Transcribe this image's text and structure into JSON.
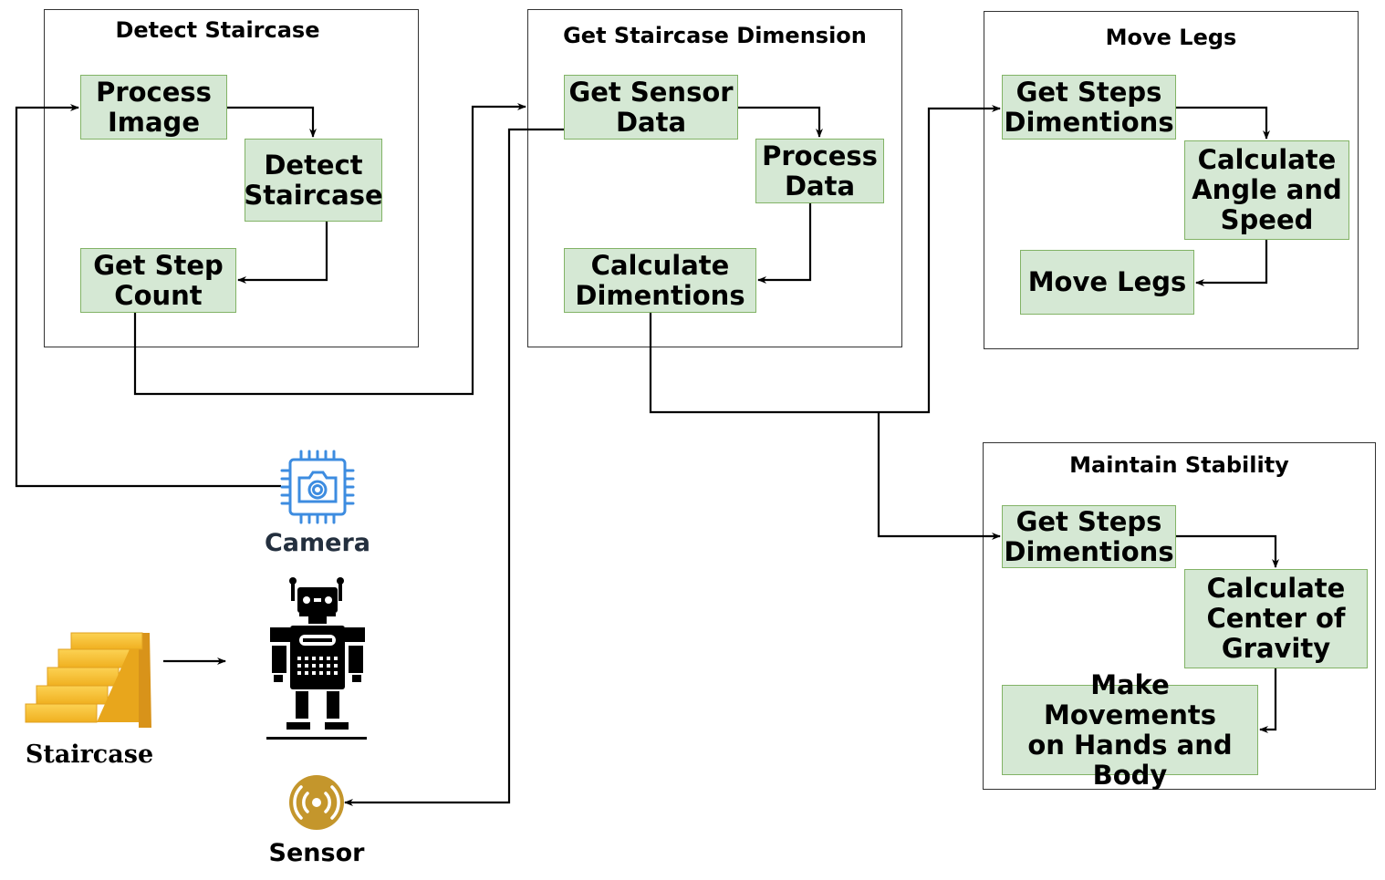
{
  "groups": {
    "detect": {
      "title": "Detect Staircase",
      "process_image": "Process\nImage",
      "detect_staircase": "Detect\nStaircase",
      "get_step_count": "Get Step\nCount"
    },
    "dimension": {
      "title": "Get Staircase Dimension",
      "get_sensor_data": "Get Sensor\nData",
      "process_data": "Process\nData",
      "calculate_dimentions": "Calculate\nDimentions"
    },
    "move_legs": {
      "title": "Move Legs",
      "get_steps_dimentions": "Get Steps\nDimentions",
      "calculate_angle_speed": "Calculate\nAngle and\nSpeed",
      "move_legs": "Move Legs"
    },
    "stability": {
      "title": "Maintain Stability",
      "get_steps_dimentions": "Get Steps\nDimentions",
      "calculate_cog": "Calculate\nCenter of\nGravity",
      "make_movements": "Make Movements\non Hands and\nBody"
    }
  },
  "devices": {
    "camera": "Camera",
    "staircase": "Staircase",
    "sensor": "Sensor"
  },
  "colors": {
    "node_fill": "#d5e8d4",
    "node_border": "#82b366",
    "camera_blue": "#3d8ce0",
    "camera_label": "#232f3e",
    "sensor_gold": "#c4962c",
    "stair_gold": "#f2b521"
  }
}
